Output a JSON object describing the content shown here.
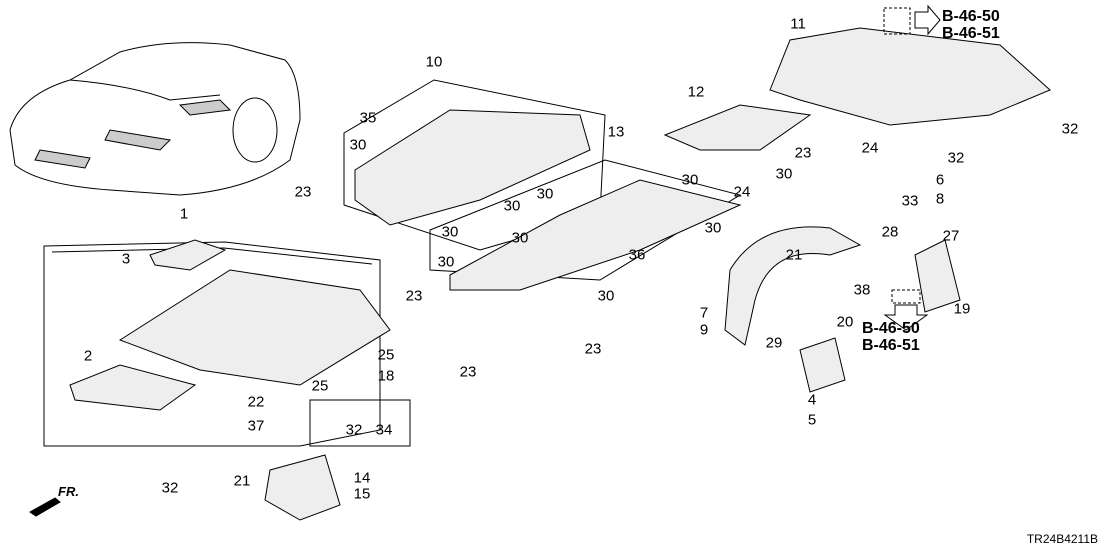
{
  "diagram_code": "TR24B4211B",
  "direction_label": "FR.",
  "reference_top": [
    "B-46-50",
    "B-46-51"
  ],
  "reference_right": [
    "B-46-50",
    "B-46-51"
  ],
  "callouts": [
    "1",
    "2",
    "3",
    "10",
    "35",
    "30",
    "23",
    "30",
    "30",
    "30",
    "30",
    "30",
    "13",
    "30",
    "24",
    "23",
    "30",
    "12",
    "11",
    "32",
    "24",
    "32",
    "6",
    "8",
    "33",
    "28",
    "27",
    "30",
    "36",
    "30",
    "23",
    "25",
    "25",
    "18",
    "22",
    "37",
    "32",
    "34",
    "23",
    "23",
    "21",
    "38",
    "7",
    "9",
    "29",
    "20",
    "19",
    "4",
    "5",
    "14",
    "15",
    "21",
    "32"
  ]
}
